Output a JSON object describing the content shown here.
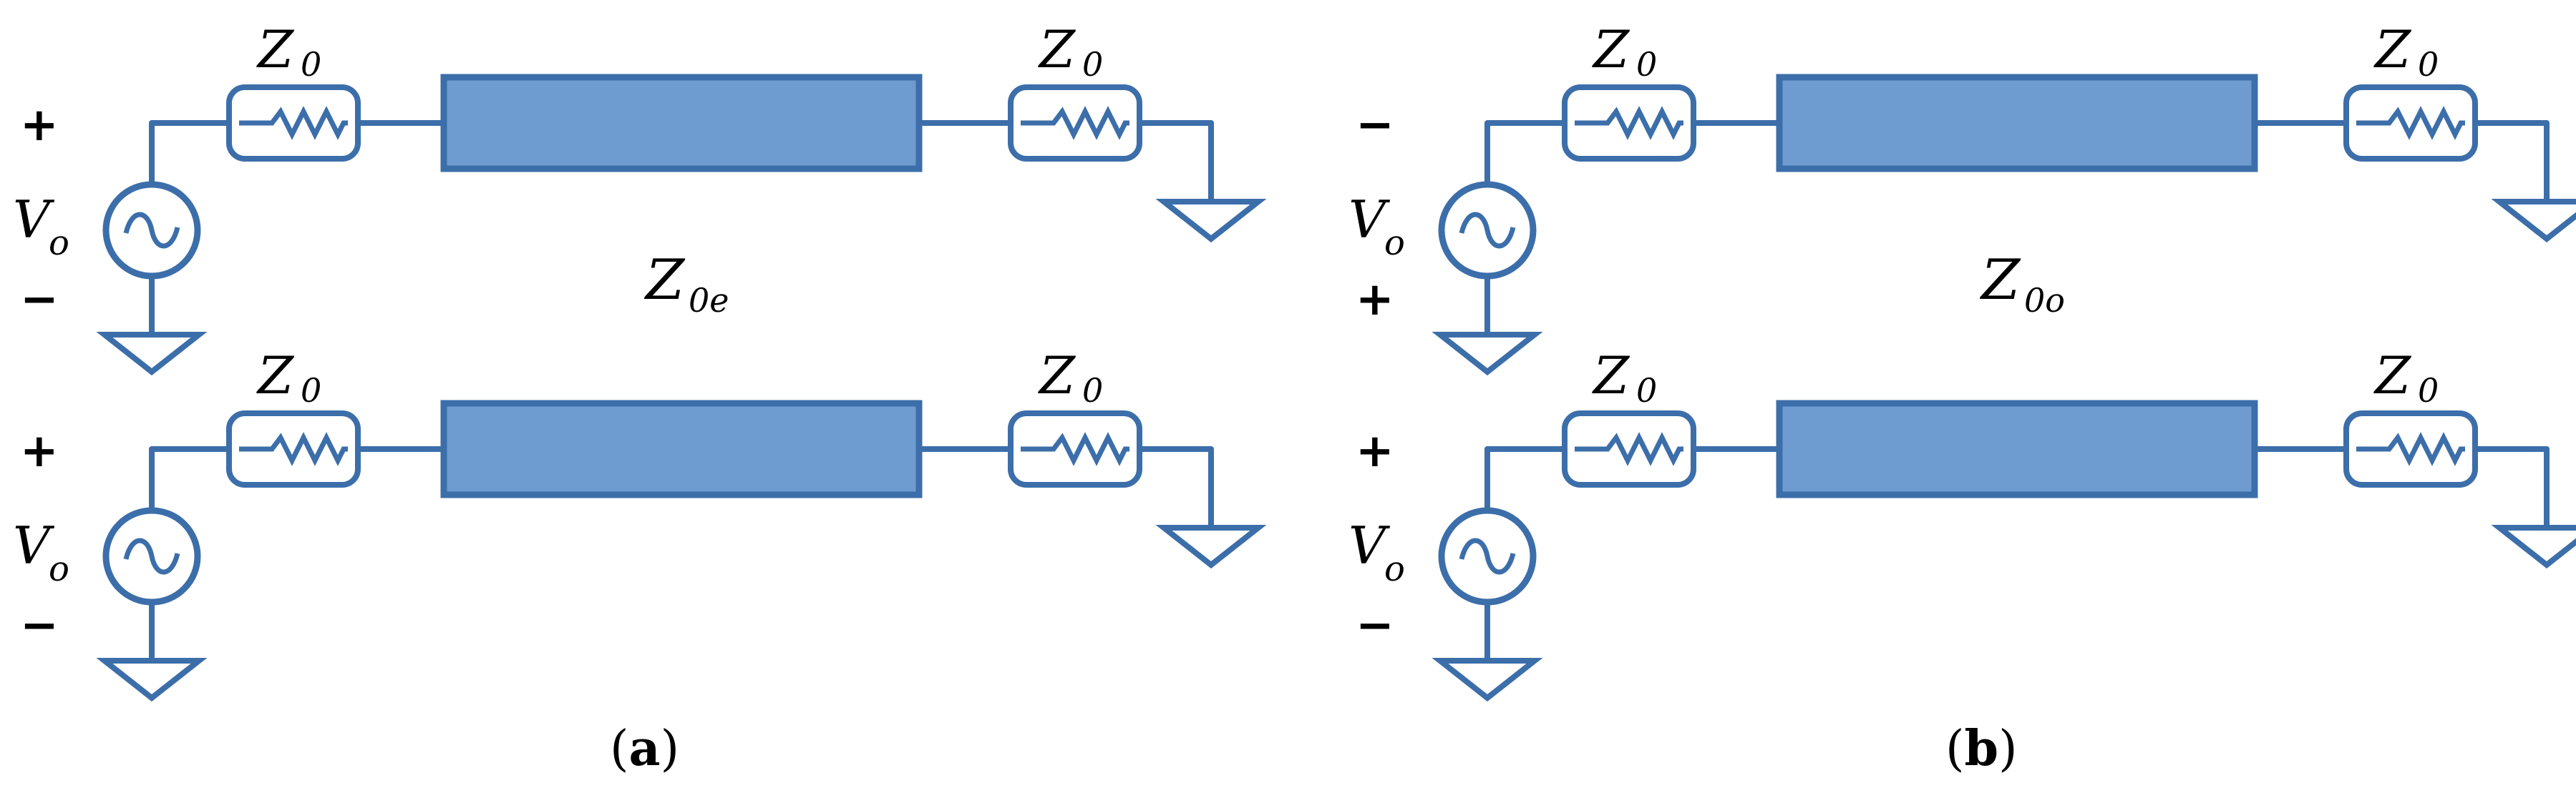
{
  "labels": {
    "z": "Z",
    "z_sub": "0",
    "v": "V",
    "v_sub": "o",
    "plus": "+",
    "minus": "−"
  },
  "panels": [
    {
      "id": "a",
      "caption_open": "(",
      "caption_letter": "a",
      "caption_close": ")",
      "impedance_main": "Z",
      "impedance_sub": "0e",
      "rows": [
        {
          "top_sign": "+",
          "bottom_sign": "−"
        },
        {
          "top_sign": "+",
          "bottom_sign": "−"
        }
      ]
    },
    {
      "id": "b",
      "caption_open": "(",
      "caption_letter": "b",
      "caption_close": ")",
      "impedance_main": "Z",
      "impedance_sub": "0o",
      "rows": [
        {
          "top_sign": "−",
          "bottom_sign": "+"
        },
        {
          "top_sign": "+",
          "bottom_sign": "−"
        }
      ]
    }
  ],
  "colors": {
    "wire": "#3c6eaa",
    "line_fill": "#6e9bd0"
  }
}
